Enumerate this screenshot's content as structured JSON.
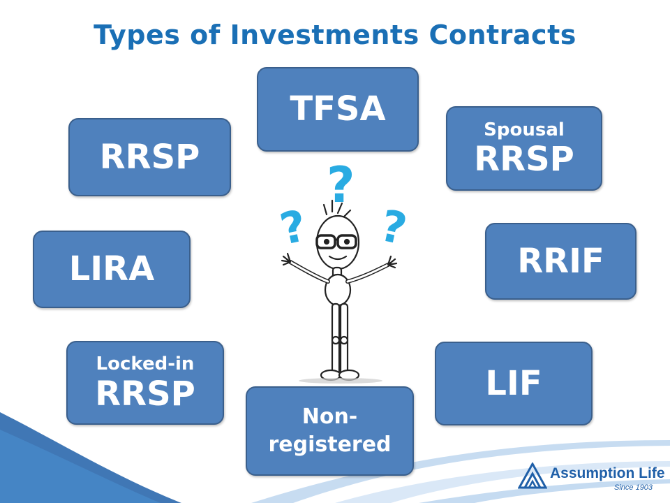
{
  "slide": {
    "title": "Types of Investments Contracts",
    "boxes": {
      "tfsa": "TFSA",
      "rrsp": "RRSP",
      "spousal_line1": "Spousal",
      "spousal_line2": "RRSP",
      "lira": "LIRA",
      "rrif": "RRIF",
      "locked_line1": "Locked-in",
      "locked_line2": "RRSP",
      "lif": "LIF",
      "nonreg_line1": "Non-",
      "nonreg_line2": "registered"
    },
    "question_marks": [
      "?",
      "?",
      "?"
    ],
    "logo": {
      "name": "Assumption Life",
      "since": "Since 1903"
    }
  },
  "colors": {
    "title": "#1a6fb5",
    "box_fill": "#4f81bd",
    "box_border": "#3a5f8c",
    "question_mark": "#29abe2",
    "logo": "#1f5fa8"
  },
  "icons": {
    "figure": "confused-stick-figure-icon",
    "logo": "assumption-life-logo-icon"
  }
}
